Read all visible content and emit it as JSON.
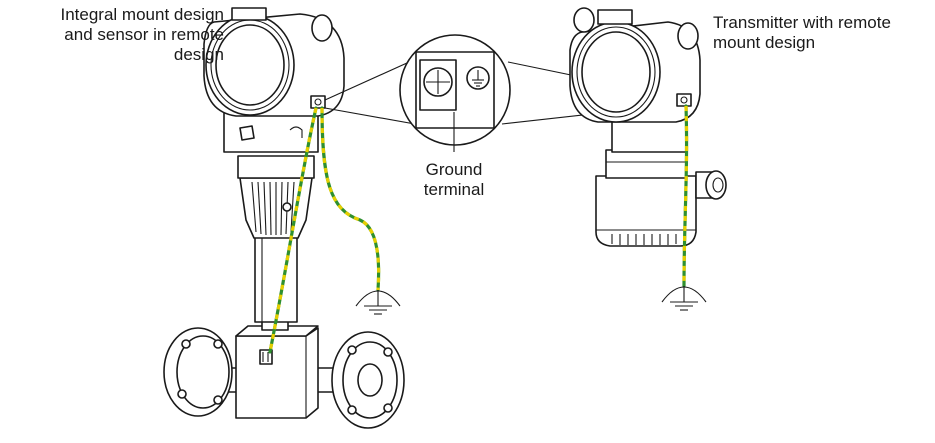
{
  "labels": {
    "integral": [
      "Integral mount design",
      "and sensor in remote",
      "design"
    ],
    "remote": [
      "Transmitter with remote",
      "mount design"
    ],
    "ground": [
      "Ground",
      "terminal"
    ]
  },
  "icons": [
    "ground-symbol-icon",
    "ground-terminal-screw-icon",
    "protective-earth-icon"
  ],
  "colors": {
    "wire_green": "#2f8f2f",
    "wire_yellow": "#e6cf00",
    "line": "#1a1a1a"
  }
}
